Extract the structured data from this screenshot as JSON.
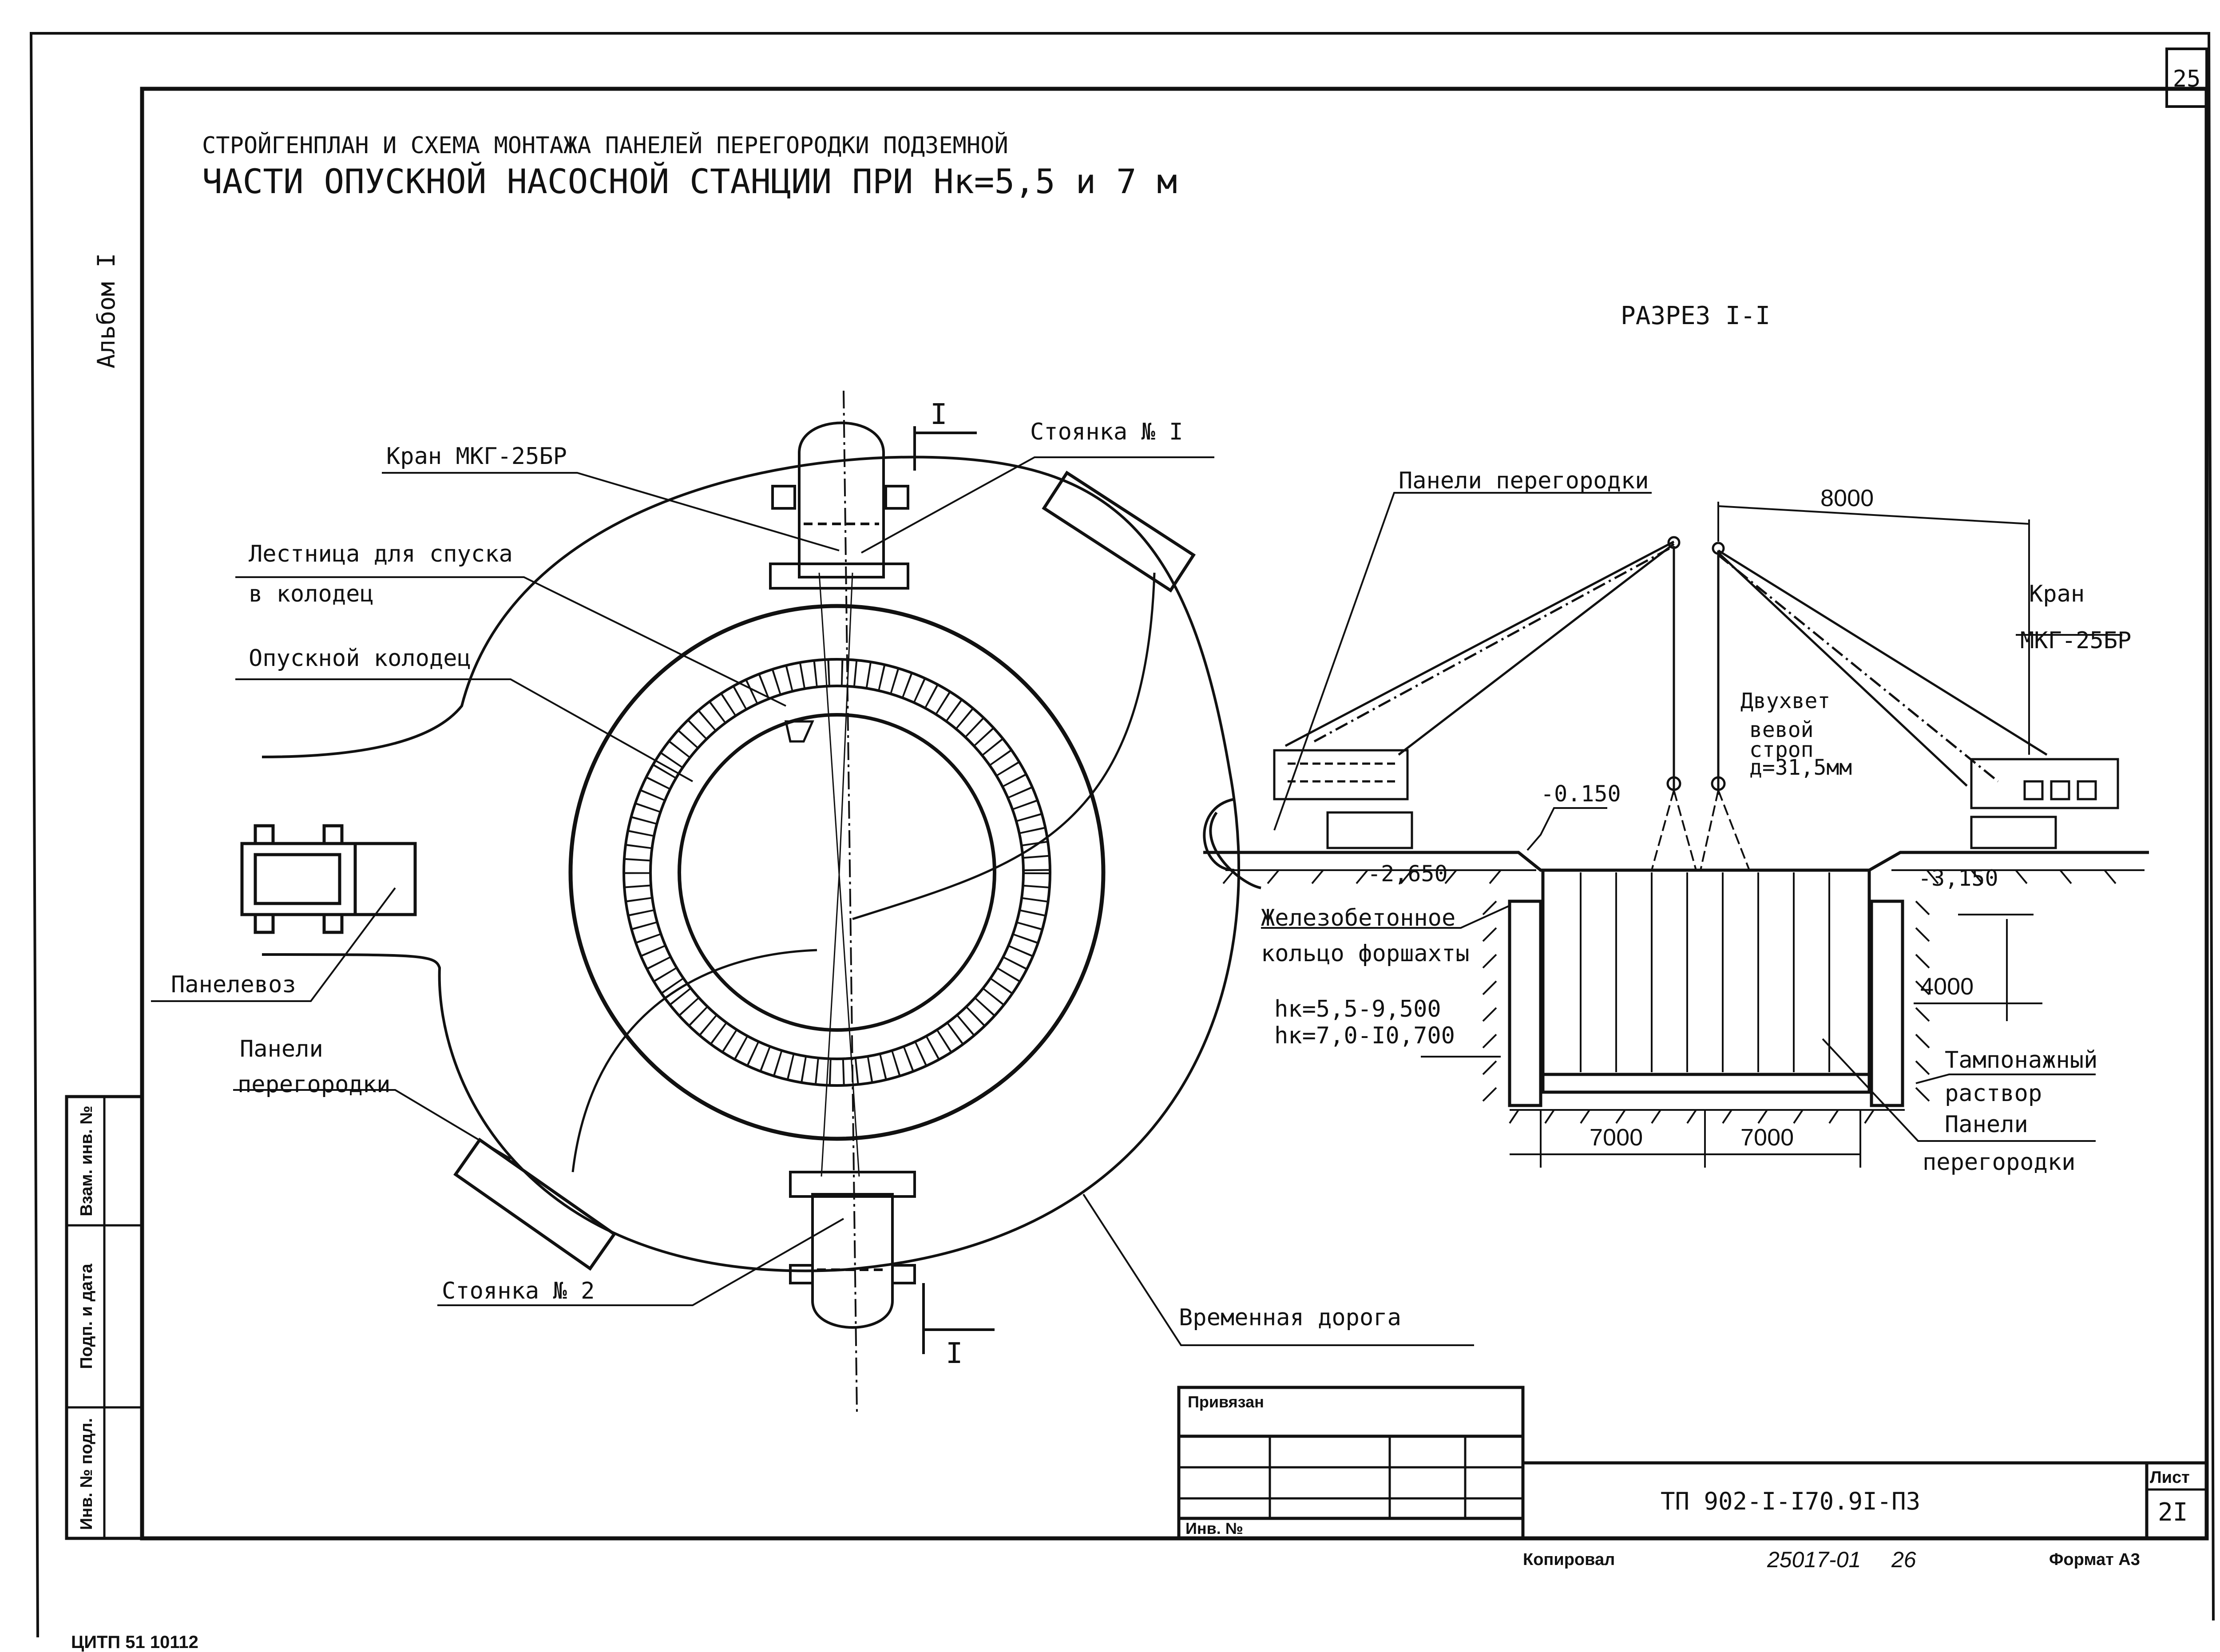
{
  "sheet": {
    "corner_page": "25",
    "title_line1": "СТРОЙГЕНПЛАН И СХЕМА МОНТАЖА ПАНЕЛЕЙ ПЕРЕГОРОДКИ ПОДЗЕМНОЙ",
    "title_line2": "ЧАСТИ ОПУСКНОЙ НАСОСНОЙ СТАНЦИИ ПРИ Нк=5,5 и 7 м",
    "album": "Альбом I",
    "footer_code": "ЦИТП 51 10112"
  },
  "plan": {
    "crane_label": "Кран МКГ-25БР",
    "parking1": "Стоянка № I",
    "ladder_line1": "Лестница для спуска",
    "ladder_line2": "в колодец",
    "well": "Опускной колодец",
    "panel_truck": "Панелевоз",
    "panels_line1": "Панели",
    "panels_line2": "перегородки",
    "parking2": "Стоянка № 2",
    "road": "Временная дорога",
    "section_mark": "I"
  },
  "section": {
    "title": "РАЗРЕЗ I-I",
    "panels_label": "Панели перегородки",
    "dim_8000": "8000",
    "crane_line1": "Кран",
    "crane_line2": "МКГ-25БР",
    "sling_line1": "Двухвет",
    "sling_line2": "вевой",
    "sling_line3": "строп",
    "sling_line4": "д=31,5мм",
    "level_top": "-0.150",
    "level_left": "-2,650",
    "level_right": "-3,150",
    "ring_line1": "Железобетонное",
    "ring_line2": "кольцо форшахты",
    "hk1": "hк=5,5-9,500",
    "hk2": "hк=7,0-I0,700",
    "dim_4000": "4000",
    "grout_line1": "Тампонажный",
    "grout_line2": "раствор",
    "panels2_line1": "Панели",
    "panels2_line2": "перегородки",
    "dim_7000a": "7000",
    "dim_7000b": "7000"
  },
  "titleblock": {
    "bound": "Привязан",
    "inv": "Инв. №",
    "doc": "ТП 902-I-I70.9I-ПЗ",
    "sheet_label": "Лист",
    "sheet_no": "2I",
    "copied": "Копировал",
    "handwritten": "25017-01",
    "handwritten2": "26",
    "format": "Формат А3"
  },
  "side_stamp": {
    "s1": "Взам. инв. №",
    "s2": "Подп. и дата",
    "s3": "Инв. № подл."
  }
}
